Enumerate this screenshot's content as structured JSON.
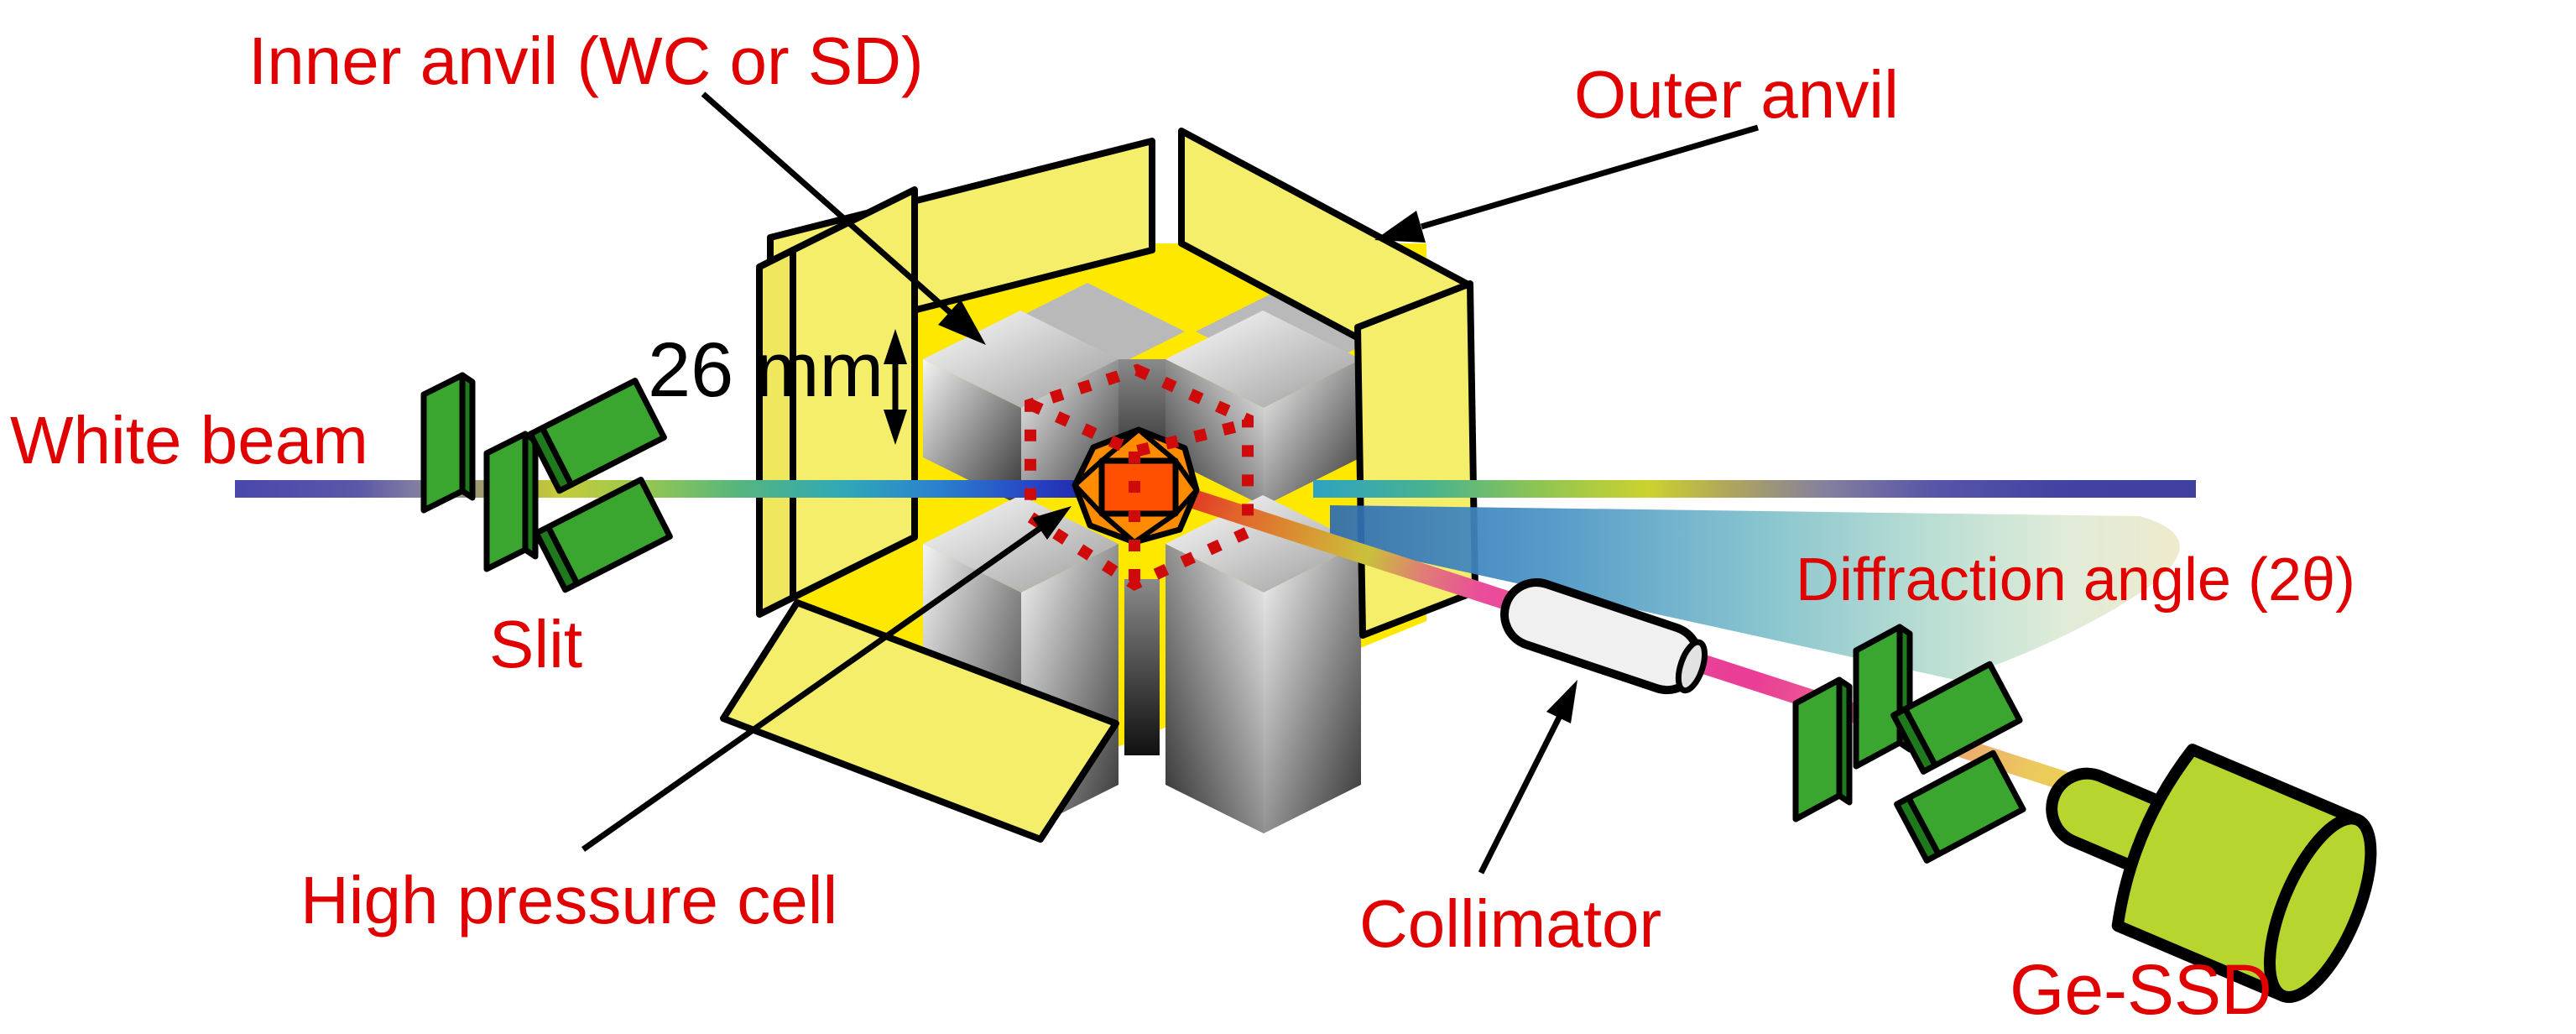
{
  "title": "Multi-anvil high-pressure X-ray diffraction setup diagram",
  "labels": {
    "inner_anvil": "Inner anvil (WC or SD)",
    "outer_anvil": "Outer anvil",
    "white_beam": "White beam",
    "slit": "Slit",
    "dimension": "26 mm",
    "high_pressure_cell": "High pressure cell",
    "collimator": "Collimator",
    "diffraction_angle": "Diffraction angle (2θ)",
    "detector": "Ge-SSD"
  },
  "colors": {
    "label_red": "#e10000",
    "dimension_black": "#000000",
    "outer_anvil_face": "#f5ee6b",
    "outer_anvil_side": "#efe75e",
    "anvil_lining": "#ffe800",
    "slit_green": "#3aa52f",
    "slit_green_dark": "#1e7a1c",
    "cell_orange": "#ff8c00",
    "cell_core": "#ff4f00",
    "wireframe_red": "#cf0a0a",
    "collimator_gray": "#f0f0f0",
    "detector_green": "#b6d52f",
    "beam_violet": "#4a47ad",
    "beam_navy": "#1c1f9e",
    "beam_pink": "#ea3d96",
    "fan_blue": "#2e6cb2"
  }
}
